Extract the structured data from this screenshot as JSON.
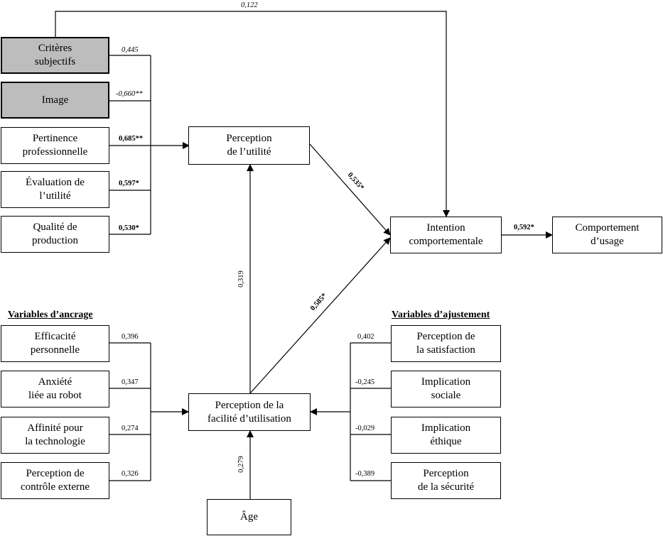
{
  "headers": {
    "anchoring": "Variables d’ancrage",
    "adjustment": "Variables d’ajustement"
  },
  "boxes": {
    "criteres": "Critères\nsubjectifs",
    "image": "Image",
    "pertinence": "Pertinence\nprofessionnelle",
    "evaluation": "Évaluation de\nl’utilité",
    "qualite": "Qualité de\nproduction",
    "perception_utilite": "Perception\nde l’utilité",
    "intention": "Intention\ncomportementale",
    "comportement": "Comportement\nd’usage",
    "efficacite": "Efficacité\npersonnelle",
    "anxiete": "Anxiété\nliée au robot",
    "affinite": "Affinité pour\nla technologie",
    "controle": "Perception de\ncontrôle externe",
    "facilite": "Perception de la\nfacilité d’utilisation",
    "age": "Âge",
    "satisfaction": "Perception de\nla satisfaction",
    "implication_sociale": "Implication\nsociale",
    "implication_ethique": "Implication\néthique",
    "securite": "Perception\nde la sécurité"
  },
  "coefficients": {
    "criteres_to_intention": "0,122",
    "criteres": "0,445",
    "image": "-0,660**",
    "pertinence": "0,685**",
    "evaluation": "0,597*",
    "qualite": "0,530*",
    "utilite_to_intention": "0,535*",
    "facilite_to_intention": "0,585*",
    "facilite_to_utilite": "0,319",
    "intention_to_comportement": "0,592*",
    "efficacite": "0,396",
    "anxiete": "0,347",
    "affinite": "0,274",
    "controle": "0,326",
    "age": "0,279",
    "satisfaction": "0,402",
    "implication_sociale": "-0,245",
    "implication_ethique": "-0,029",
    "securite": "-0,389"
  }
}
